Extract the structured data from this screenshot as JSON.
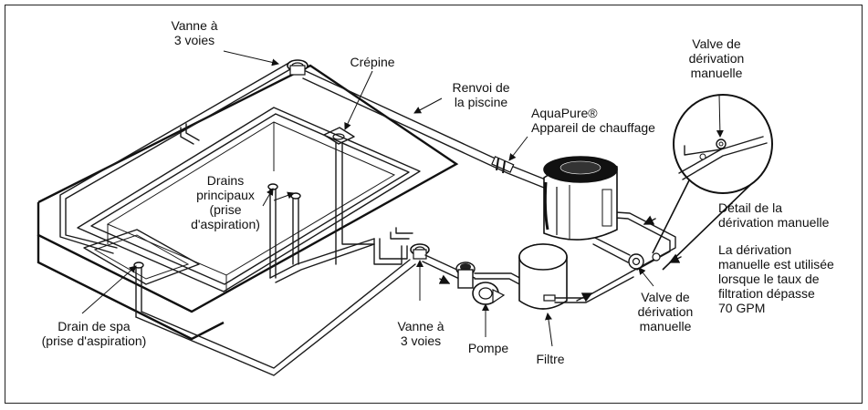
{
  "labels": {
    "valve_3way_top": [
      "Vanne à",
      "3 voies"
    ],
    "strainer": "Crépine",
    "return_line": [
      "Renvoi de",
      "la piscine"
    ],
    "heater": [
      "AquaPure®",
      "Appareil de chauffage"
    ],
    "bypass_valve_top": [
      "Valve de",
      "dérivation",
      "manuelle"
    ],
    "main_drains": [
      "Drains",
      "principaux",
      "(prise",
      "d'aspiration)"
    ],
    "bypass_detail": [
      "Détail de la",
      "dérivation manuelle"
    ],
    "bypass_note": [
      "La dérivation",
      "manuelle est utilisée",
      "lorsque le taux de",
      "filtration dépasse",
      "70 GPM"
    ],
    "spa_drain": [
      "Drain de spa",
      "(prise d'aspiration)"
    ],
    "valve_3way_bottom": [
      "Vanne à",
      "3 voies"
    ],
    "pump": "Pompe",
    "filter": "Filtre",
    "bypass_valve_bottom": [
      "Valve de",
      "dérivation",
      "manuelle"
    ]
  }
}
